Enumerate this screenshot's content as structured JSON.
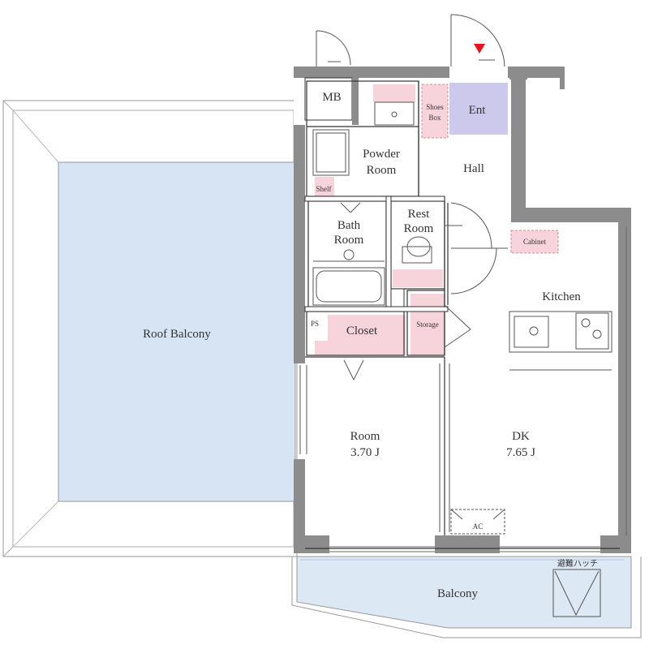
{
  "rooms": {
    "mb": "MB",
    "shoes_box_line1": "Shoes",
    "shoes_box_line2": "Box",
    "ent": "Ent",
    "powder_room_line1": "Powder",
    "powder_room_line2": "Room",
    "shelf": "Shelf",
    "hall": "Hall",
    "bath_room_line1": "Bath",
    "bath_room_line2": "Room",
    "rest_room_line1": "Rest",
    "rest_room_line2": "Room",
    "cabinet": "Cabinet",
    "kitchen": "Kitchen",
    "ps": "PS",
    "closet": "Closet",
    "storage": "Storage",
    "roof_balcony": "Roof Balcony",
    "room": "Room",
    "room_size": "3.70 J",
    "dk": "DK",
    "dk_size": "7.65 J",
    "ac": "AC",
    "balcony": "Balcony",
    "escape_hatch": "避難ハッチ"
  },
  "colors": {
    "wall": "#8c8c8c",
    "roof_balcony": "#d6e4f4",
    "balcony": "#dde8f5",
    "storage_pink": "#f7d3dc",
    "entrance": "#cdc9ec",
    "entry_marker": "#e8141b",
    "line": "#888888"
  }
}
